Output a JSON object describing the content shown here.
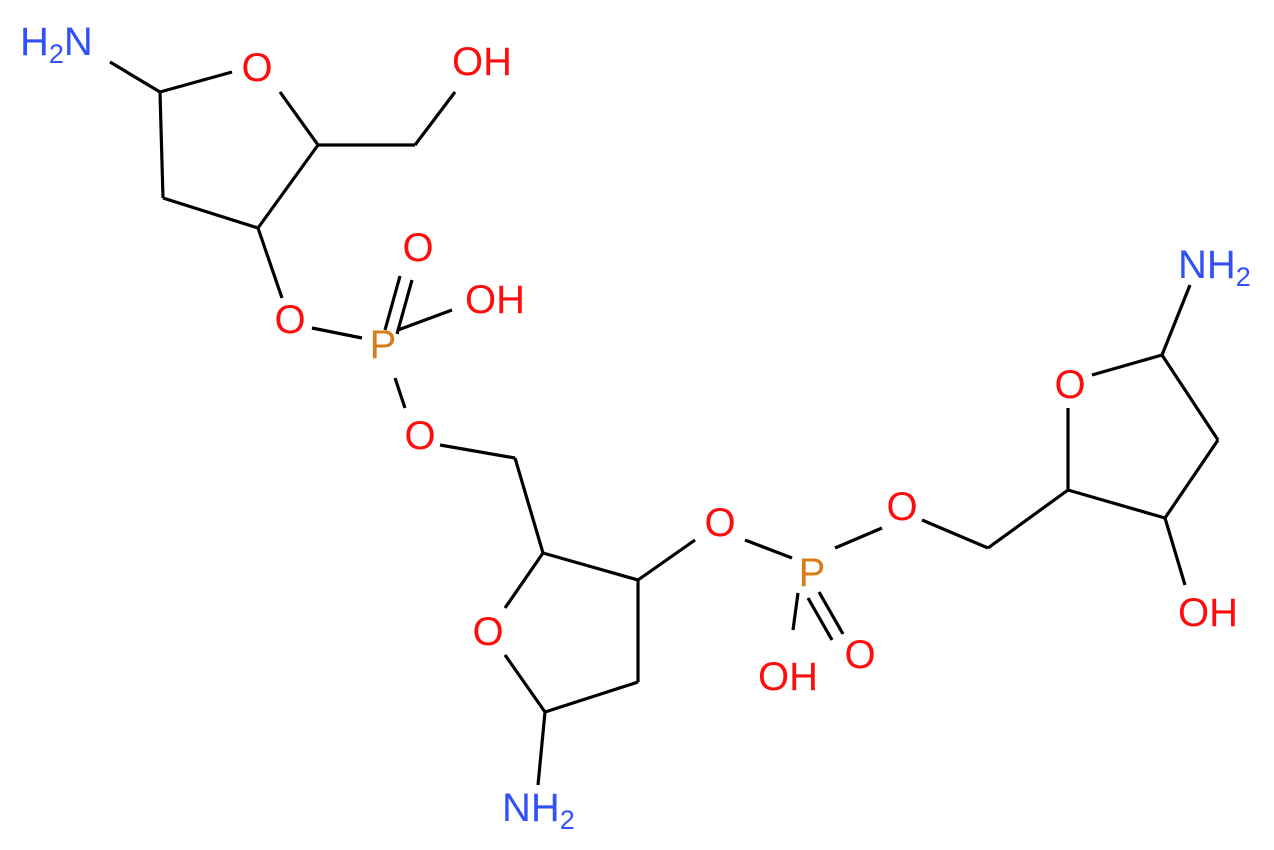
{
  "colors": {
    "carbon_bond": "#000000",
    "oxygen": "#ff0d0d",
    "nitrogen": "#3050f8",
    "phosphorus": "#d97d1a",
    "background": "#ffffff"
  },
  "atoms": {
    "amine_1": {
      "main": "H",
      "sub": "2",
      "tail": "N",
      "element": "nitrogen"
    },
    "ring_o_1": {
      "main": "O",
      "element": "oxygen"
    },
    "hydroxyl_1": {
      "main": "OH",
      "element": "oxygen"
    },
    "ester_o_1": {
      "main": "O",
      "element": "oxygen"
    },
    "phosphorus_1": {
      "main": "P",
      "element": "phosphorus"
    },
    "p_double_o_1": {
      "main": "O",
      "element": "oxygen"
    },
    "p_oh_1": {
      "main": "OH",
      "element": "oxygen"
    },
    "ester_o_2": {
      "main": "O",
      "element": "oxygen"
    },
    "ring_o_2": {
      "main": "O",
      "element": "oxygen"
    },
    "amine_2": {
      "main": "NH",
      "sub": "2",
      "element": "nitrogen"
    },
    "ester_o_3": {
      "main": "O",
      "element": "oxygen"
    },
    "phosphorus_2": {
      "main": "P",
      "element": "phosphorus"
    },
    "p_oh_2": {
      "main": "OH",
      "element": "oxygen"
    },
    "p_double_o_2": {
      "main": "O",
      "element": "oxygen"
    },
    "ester_o_4": {
      "main": "O",
      "element": "oxygen"
    },
    "ring_o_3": {
      "main": "O",
      "element": "oxygen"
    },
    "amine_3": {
      "main": "NH",
      "sub": "2",
      "element": "nitrogen"
    },
    "hydroxyl_3": {
      "main": "OH",
      "element": "oxygen"
    }
  }
}
